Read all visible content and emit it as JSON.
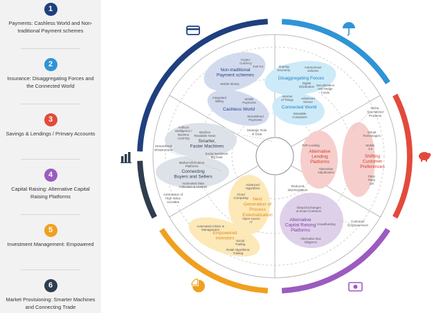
{
  "sidebar": {
    "items": [
      {
        "num": "1",
        "label": "Payments: Cashless World and Non-traditional Payment schemes",
        "color": "#1f3f7f"
      },
      {
        "num": "2",
        "label": "Insurance: Disaggregating Forces and the Connected World",
        "color": "#2f94d6"
      },
      {
        "num": "3",
        "label": "Savings & Lendings / Primary Accounts",
        "color": "#e34a3b"
      },
      {
        "num": "4",
        "label": "Capital Raising: Alternative Capital Raising Platforms",
        "color": "#9b5bbf"
      },
      {
        "num": "5",
        "label": "Investment Management: Empowered",
        "color": "#f0a020"
      },
      {
        "num": "6",
        "label": "Market Provisioning: Smarter Machines and Connecting Trade",
        "color": "#2e3e50"
      }
    ]
  },
  "ring_colors": {
    "payments": "#1f3f7f",
    "insurance": "#2f94d6",
    "savings": "#e34a3b",
    "capital": "#9b5bbf",
    "investment": "#f0a020",
    "market": "#2e3e50"
  },
  "icons": {
    "payments": "credit-card-icon",
    "insurance": "umbrella-icon",
    "savings": "piggy-bank-icon",
    "capital": "banknote-icon",
    "investment": "pie-chart-icon",
    "market": "bar-chart-icon"
  },
  "bubbles": {
    "nontraditional": {
      "title": [
        "Non-traditional",
        "Payment schemes"
      ],
      "items": [
        "Crypto-",
        "Currency",
        "P2P FX",
        "Mobile Money"
      ]
    },
    "cashless": {
      "title": [
        "Cashless World"
      ],
      "items": [
        "Integrated",
        "Billing",
        "Mobile",
        "Payments",
        "Streamlined",
        "Payments"
      ]
    },
    "disaggregating": {
      "title": [
        "Disaggregating Forces"
      ],
      "items": [
        "Sharing",
        "Economy",
        "Autonomous",
        "Vehicles",
        "Digital",
        "Distribution",
        "Securitization",
        "and Hedge",
        "Funds"
      ]
    },
    "connected": {
      "title": [
        "Connected World"
      ],
      "items": [
        "Internet",
        "of Things",
        "Advanced",
        "Sensor",
        "Wearable",
        "Computers"
      ]
    },
    "lending": {
      "title": [
        "Alternative",
        "Lending",
        "Platforms"
      ],
      "items": [
        "P2P Lending",
        "Alternative",
        "Adjudication"
      ]
    },
    "shifting": {
      "title": [
        "Shifting",
        "Customer",
        "Preferences"
      ],
      "items": [
        "Virtual",
        "Technologies",
        "Mobile",
        "3.0",
        "Third-",
        "Party",
        "API"
      ]
    },
    "smarter": {
      "title": [
        "Smarter,",
        "Faster Machines"
      ],
      "items": [
        "Artificial",
        "Intelligence /",
        "Machine",
        "Learning",
        "Machine",
        "Readable News",
        "Social Sentiment",
        "Big Data"
      ]
    },
    "connecting": {
      "title": [
        "Connecting",
        "Buyers and Sellers"
      ],
      "items": [
        "Market Information",
        "Platforms",
        "Automated Data",
        "Collection & Analysis"
      ]
    },
    "externalization": {
      "title": [
        "Next",
        "Generation of",
        "Process",
        "Externalization"
      ],
      "items": [
        "Advanced",
        "Algorithms",
        "Cloud",
        "Computing",
        "Open source",
        "IT"
      ]
    },
    "empowered": {
      "title": [
        "Empowered",
        "Investors"
      ],
      "items": [
        "Automated Advice &",
        "Management",
        "Social",
        "Trading",
        "Retail Algorithmic",
        "Trading"
      ]
    },
    "capitalraising": {
      "title": [
        "Alternative",
        "Capital Raising",
        "Platforms"
      ],
      "items": [
        "Virtual Exchanges",
        "& Smart Contracts",
        "Crowdfunding",
        "Alternative Due",
        "Diligence"
      ]
    }
  },
  "outer_labels": {
    "strategic": [
      "Strategic Role",
      "of Data"
    ],
    "streamlined": [
      "Streamlined",
      "Infrastructure"
    ],
    "automation": [
      "Automation of",
      "High Value",
      "Activities"
    ],
    "niche": [
      "Niche,",
      "Specialized",
      "Products"
    ],
    "reduced": [
      "Reduced",
      "Intermediation"
    ],
    "customer": [
      "Customer",
      "Empowerment"
    ]
  }
}
